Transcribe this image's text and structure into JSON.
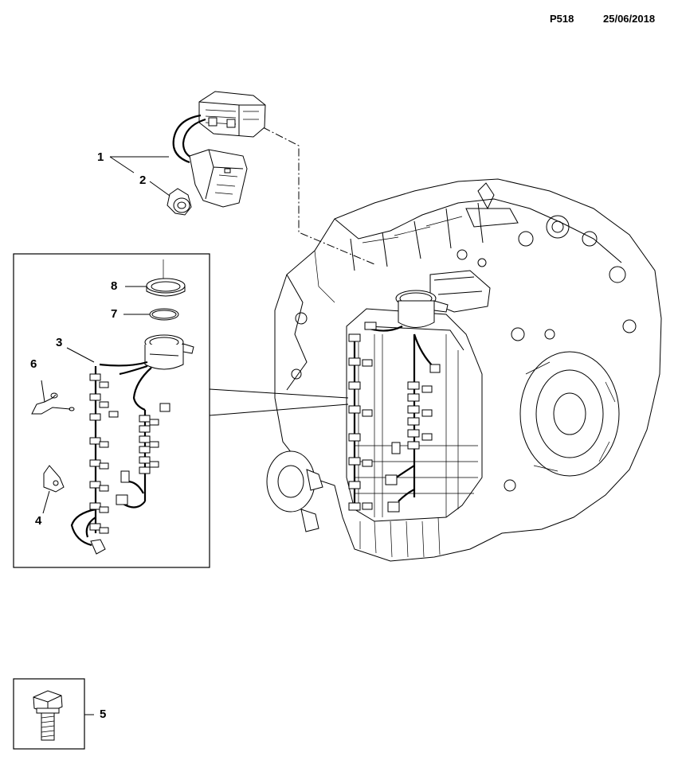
{
  "header": {
    "code": "P518",
    "date": "25/06/2018"
  },
  "callouts": {
    "c1": "1",
    "c2": "2",
    "c3": "3",
    "c4": "4",
    "c5": "5",
    "c6": "6",
    "c7": "7",
    "c8": "8"
  }
}
